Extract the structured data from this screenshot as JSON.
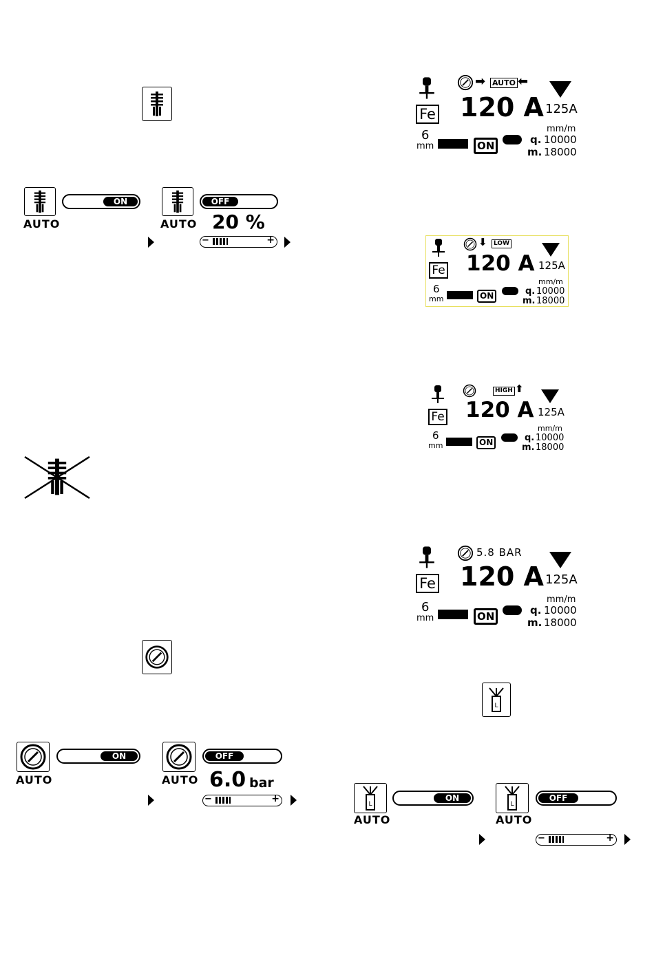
{
  "section1": {
    "auto_label_on": "AUTO",
    "auto_label_off": "AUTO",
    "toggle_on": "ON",
    "toggle_off": "OFF",
    "percent_value": "20 %",
    "slider_minus": "−",
    "slider_plus": "+"
  },
  "section2": {
    "auto_label_on": "AUTO",
    "auto_label_off": "AUTO",
    "toggle_on": "ON",
    "toggle_off": "OFF",
    "pressure_value": "6.0",
    "pressure_unit": "bar",
    "slider_minus": "−",
    "slider_plus": "+"
  },
  "section3": {
    "auto_label_on": "AUTO",
    "auto_label_off": "AUTO",
    "toggle_on": "ON",
    "toggle_off": "OFF",
    "slider_minus": "−",
    "slider_plus": "+"
  },
  "displays": [
    {
      "material": "Fe",
      "current": "120 A",
      "max_current": "125A",
      "thickness": "6",
      "thickness_unit": "mm",
      "on": "ON",
      "speed_unit": "mm/m",
      "q_label": "q.",
      "q_value": "10000",
      "m_label": "m.",
      "m_value": "18000",
      "pressure_mode": "AUTO",
      "pressure_text": ""
    },
    {
      "material": "Fe",
      "current": "120 A",
      "max_current": "125A",
      "thickness": "6",
      "thickness_unit": "mm",
      "on": "ON",
      "speed_unit": "mm/m",
      "q_label": "q.",
      "q_value": "10000",
      "m_label": "m.",
      "m_value": "18000",
      "pressure_mode": "LOW",
      "pressure_text": ""
    },
    {
      "material": "Fe",
      "current": "120 A",
      "max_current": "125A",
      "thickness": "6",
      "thickness_unit": "mm",
      "on": "ON",
      "speed_unit": "mm/m",
      "q_label": "q.",
      "q_value": "10000",
      "m_label": "m.",
      "m_value": "18000",
      "pressure_mode": "HIGH",
      "pressure_text": ""
    },
    {
      "material": "Fe",
      "current": "120 A",
      "max_current": "125A",
      "thickness": "6",
      "thickness_unit": "mm",
      "on": "ON",
      "speed_unit": "mm/m",
      "q_label": "q.",
      "q_value": "10000",
      "m_label": "m.",
      "m_value": "18000",
      "pressure_mode": "",
      "pressure_text": "5.8 BAR"
    }
  ],
  "icons": {
    "nozzle": "torch-nozzle-icon",
    "nozzle_crossed": "nozzle-disabled-icon",
    "gauge": "pressure-gauge-icon",
    "consumable": "electrode-consumable-icon"
  },
  "colors": {
    "ink": "#000000",
    "display_border": "#e8e060"
  }
}
